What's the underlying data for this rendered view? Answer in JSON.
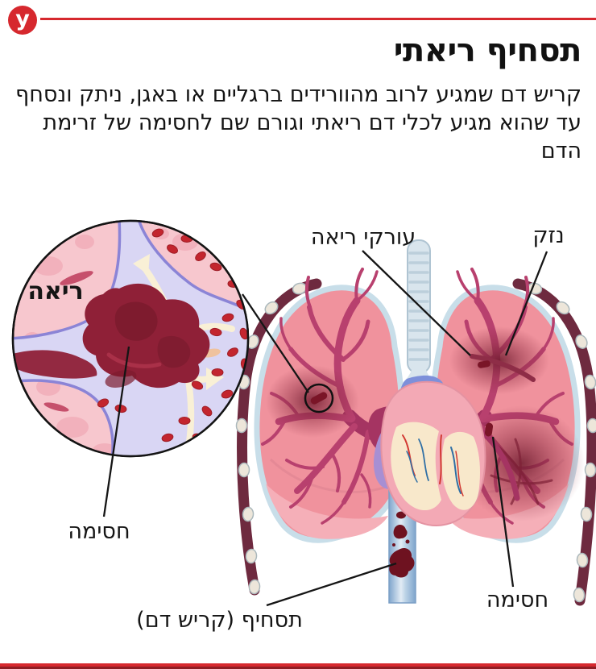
{
  "theme": {
    "accent": "#d6282e",
    "accent-dark": "#8f1d24",
    "text": "#111111",
    "bg": "#ffffff"
  },
  "header": {
    "logo_letter": "y",
    "title": "תסחיף ריאתי",
    "description": "קריש דם שמגיע לרוב מהוורידים ברגליים או באגן, ניתק ונסחף עד שהוא מגיע לכלי דם ריאתי וגורם שם לחסימה של זרימת הדם"
  },
  "diagram": {
    "labels": {
      "inset_lung": "ריאה",
      "pulmonary_arteries": "עורקי ריאה",
      "damage": "נזק",
      "blockage_inset": "חסימה",
      "embolism": "תסחיף (קריש דם)",
      "blockage_lung": "חסימה"
    },
    "colors": {
      "lung": "#f0929d",
      "artery": "#b8406e",
      "clot": "#7a1527",
      "vessel": "#d9d6f4",
      "rib": "#6e2a3f",
      "pleura": "#c8dee9"
    }
  }
}
